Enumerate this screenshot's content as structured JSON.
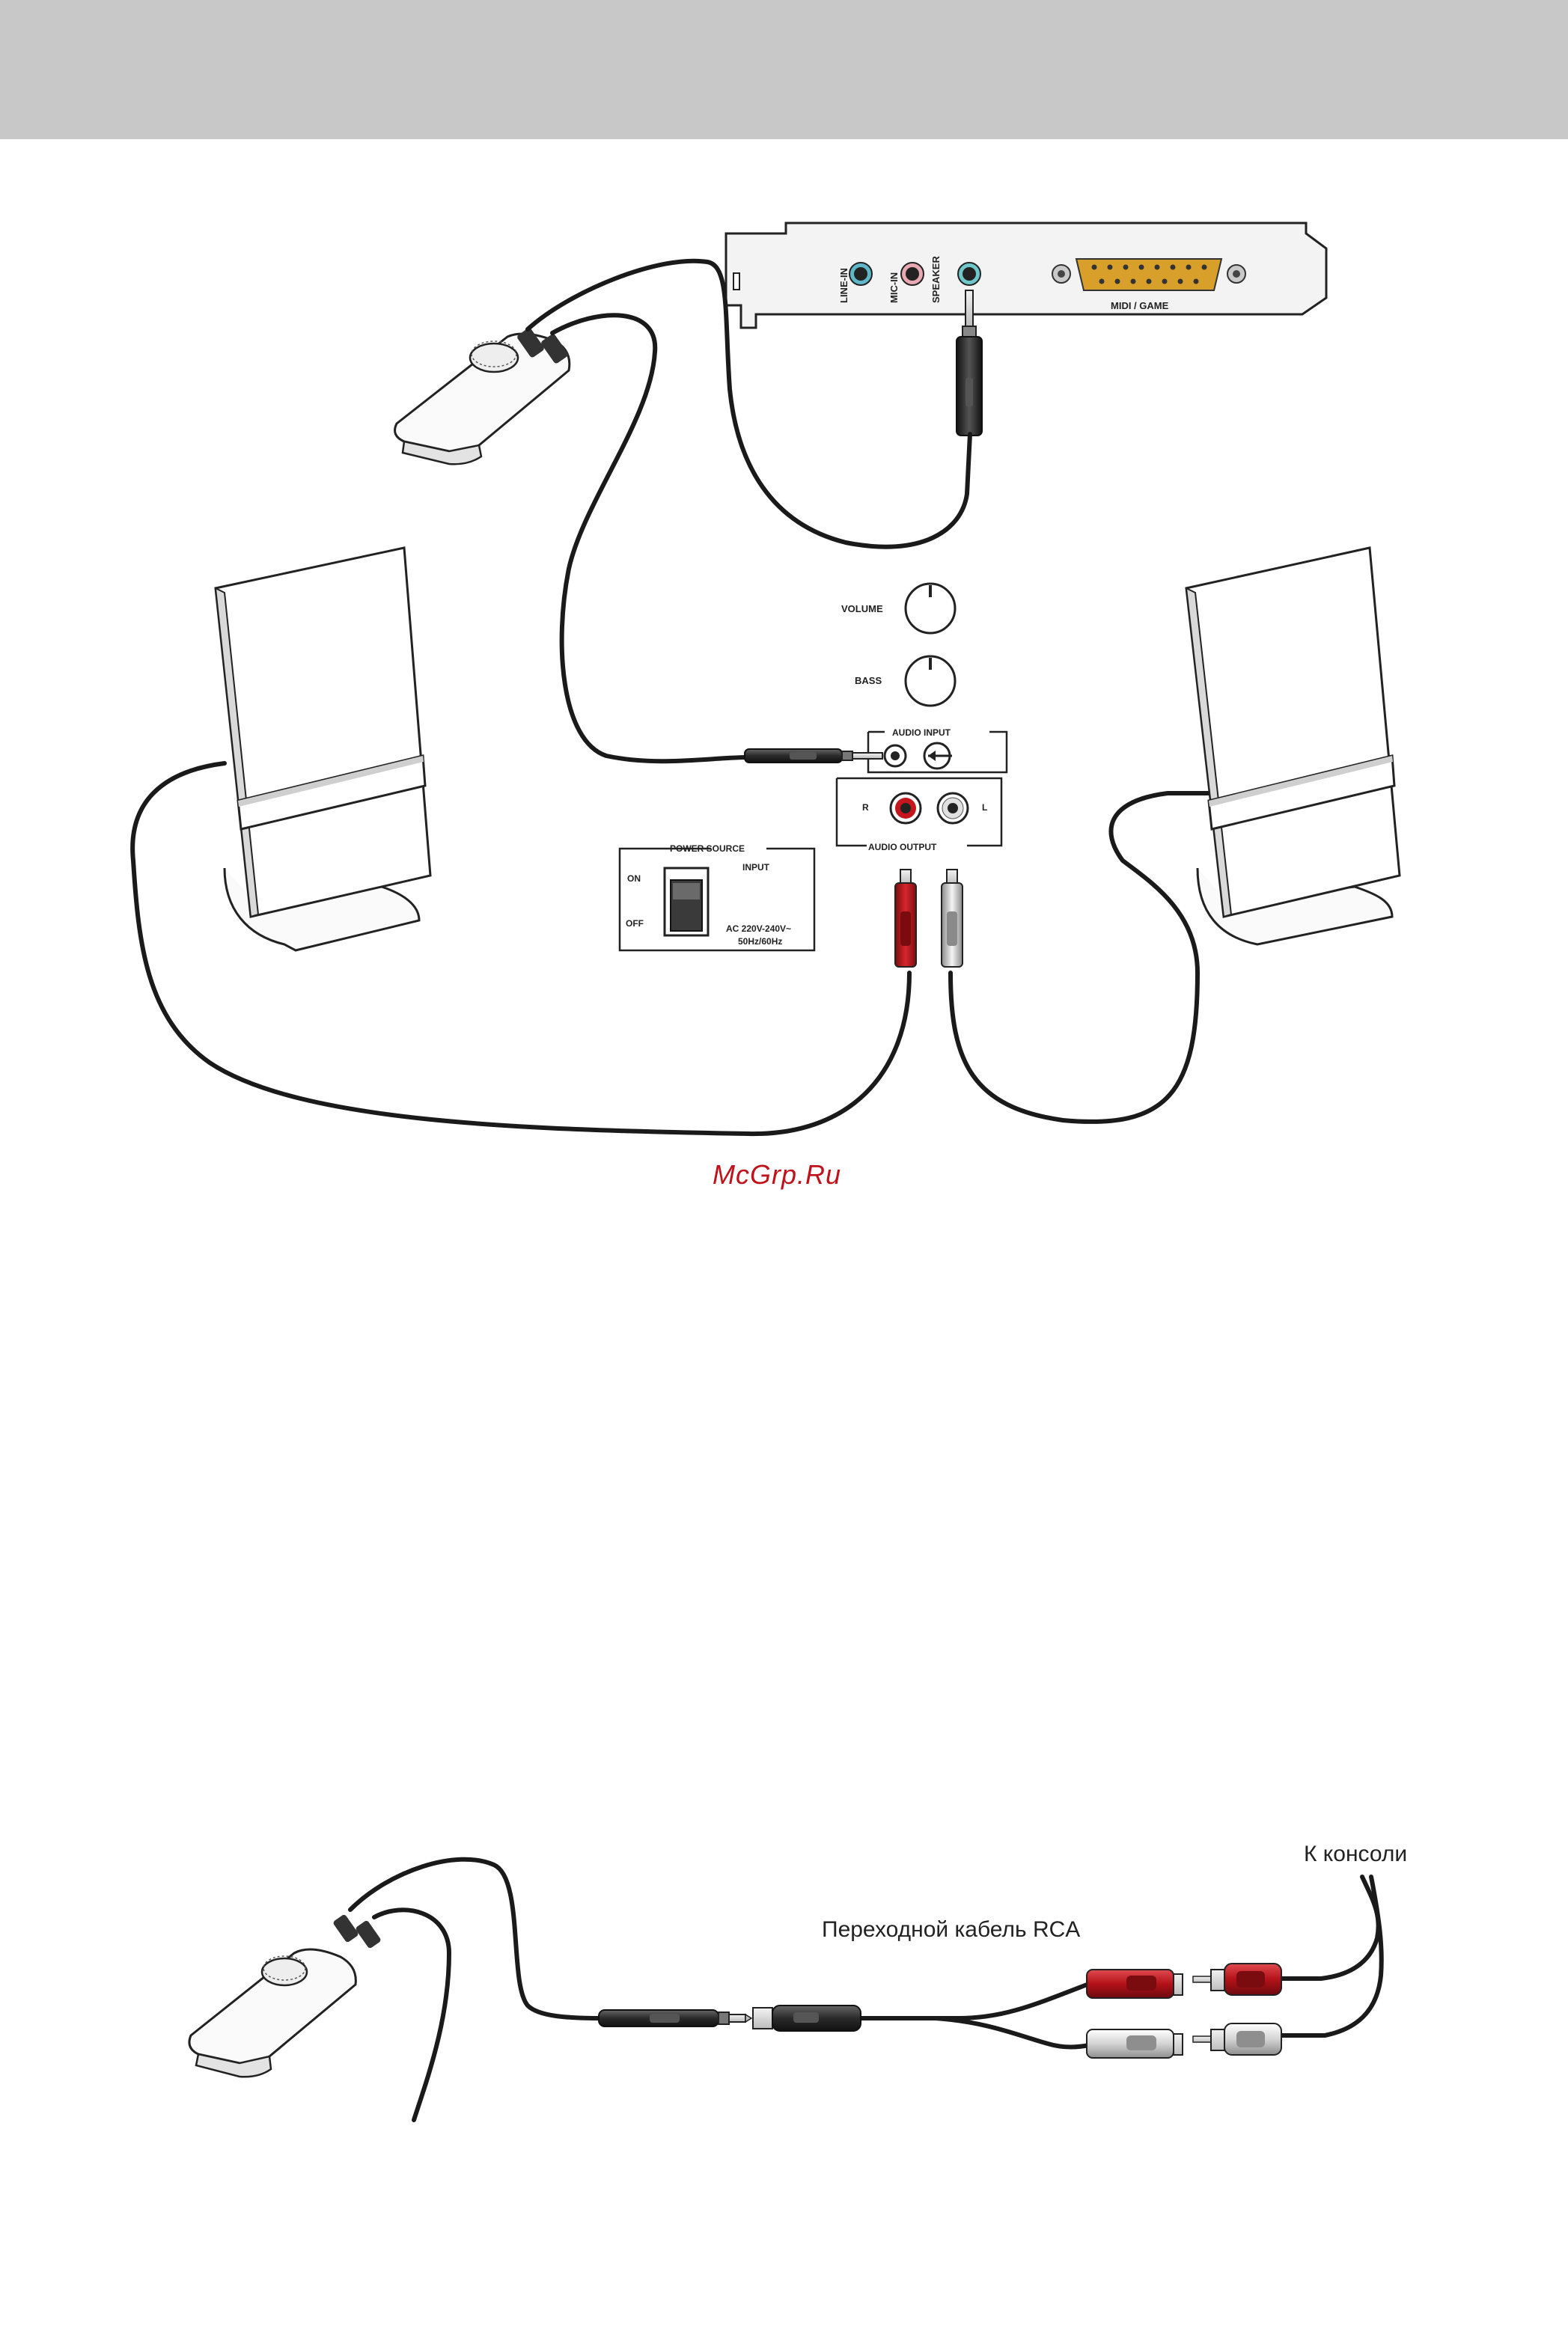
{
  "top_diagram": {
    "soundcard": {
      "port_line_in": "LINE-IN",
      "port_mic_in": "MIC-IN",
      "port_speaker": "SPEAKER",
      "port_midi": "MIDI / GAME"
    },
    "controls": {
      "volume": "VOLUME",
      "bass": "BASS"
    },
    "audio_input": "AUDIO INPUT",
    "audio_output": "AUDIO OUTPUT",
    "channel_right": "R",
    "channel_left": "L",
    "power_panel": {
      "title": "POWER SOURCE",
      "on": "ON",
      "off": "OFF",
      "input": "INPUT",
      "rating_line1": "AC 220V-240V~",
      "rating_line2": "50Hz/60Hz"
    },
    "watermark": "McGrp.Ru"
  },
  "bottom_diagram": {
    "adapter_label": "Переходной кабель RCA",
    "console_label": "К консоли"
  },
  "colors": {
    "header_band": "#c8c8c8",
    "plug_red": "#c4161c",
    "plug_white": "#d9d9d9",
    "jack_teal": "#6fc7c9",
    "jack_pink": "#e8a9b3",
    "connector_gold": "#d8a02a",
    "watermark": "#c0121a"
  }
}
